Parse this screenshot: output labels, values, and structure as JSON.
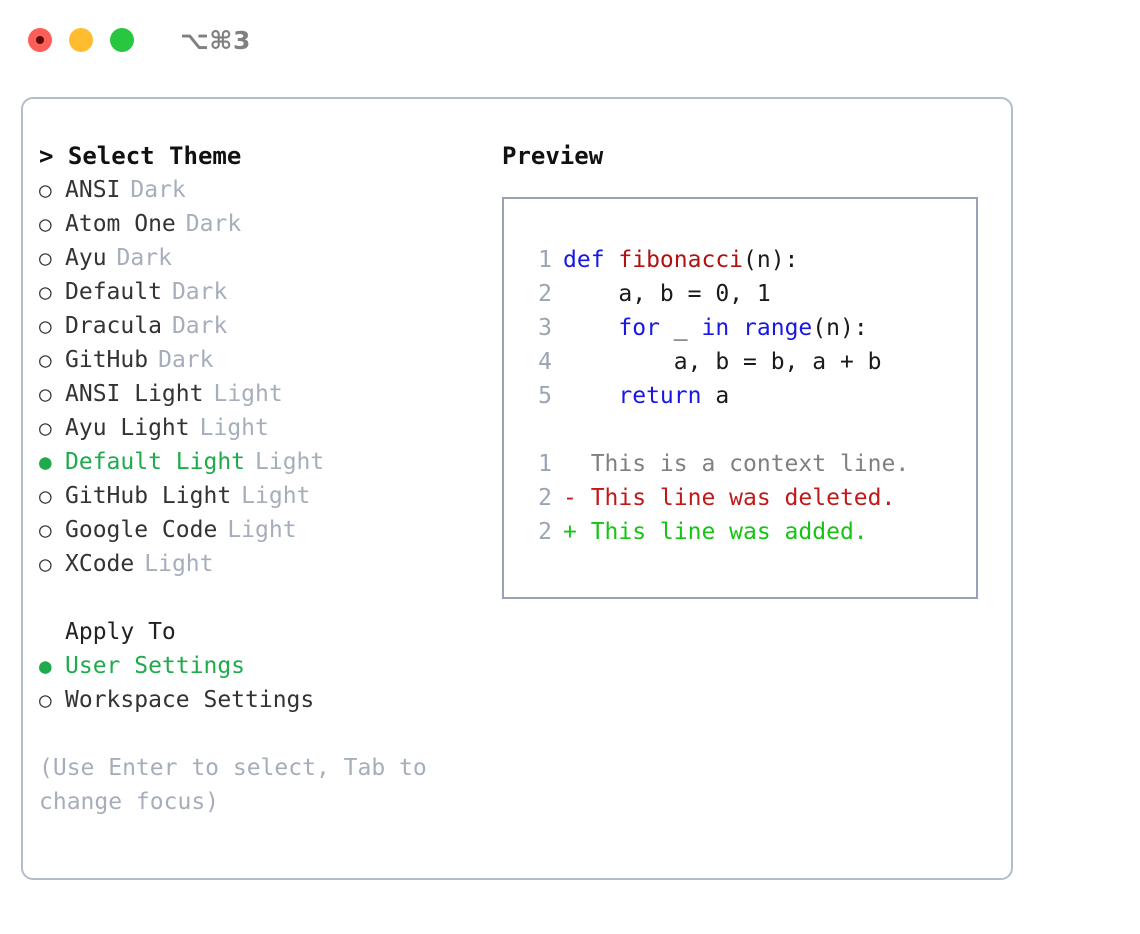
{
  "window": {
    "traffic_lights": [
      "close",
      "minimize",
      "maximize"
    ],
    "shortcut": "⌥⌘3",
    "colors": {
      "close": "#fc5f57",
      "minimize": "#febc2e",
      "maximize": "#29c73f",
      "accent_green": "#1fab4c",
      "panel_border": "#b4bdca",
      "preview_border": "#97a3b4",
      "muted": "#a6aebc"
    }
  },
  "theme_panel": {
    "heading": "> Select Theme",
    "markers": {
      "unselected": "○",
      "selected": "●"
    },
    "items": [
      {
        "label": "ANSI",
        "tag": "Dark",
        "selected": false
      },
      {
        "label": "Atom One",
        "tag": "Dark",
        "selected": false
      },
      {
        "label": "Ayu",
        "tag": "Dark",
        "selected": false
      },
      {
        "label": "Default",
        "tag": "Dark",
        "selected": false
      },
      {
        "label": "Dracula",
        "tag": "Dark",
        "selected": false
      },
      {
        "label": "GitHub",
        "tag": "Dark",
        "selected": false
      },
      {
        "label": "ANSI Light",
        "tag": "Light",
        "selected": false
      },
      {
        "label": "Ayu Light",
        "tag": "Light",
        "selected": false
      },
      {
        "label": "Default Light",
        "tag": "Light",
        "selected": true
      },
      {
        "label": "GitHub Light",
        "tag": "Light",
        "selected": false
      },
      {
        "label": "Google Code",
        "tag": "Light",
        "selected": false
      },
      {
        "label": "XCode",
        "tag": "Light",
        "selected": false
      }
    ]
  },
  "apply_to": {
    "heading": "Apply To",
    "options": [
      {
        "label": "User Settings",
        "selected": true
      },
      {
        "label": "Workspace Settings",
        "selected": false
      }
    ]
  },
  "hint": "(Use Enter to select, Tab to change focus)",
  "preview": {
    "heading": "Preview",
    "code_lines": [
      {
        "no": "1",
        "segments": [
          {
            "text": "def ",
            "kind": "keyword"
          },
          {
            "text": "fibonacci",
            "kind": "function"
          },
          {
            "text": "(n):",
            "kind": "plain"
          }
        ]
      },
      {
        "no": "2",
        "segments": [
          {
            "text": "    a, b = 0, 1",
            "kind": "plain"
          }
        ]
      },
      {
        "no": "3",
        "segments": [
          {
            "text": "    ",
            "kind": "plain"
          },
          {
            "text": "for",
            "kind": "keyword"
          },
          {
            "text": " _ ",
            "kind": "plain"
          },
          {
            "text": "in",
            "kind": "keyword"
          },
          {
            "text": " ",
            "kind": "plain"
          },
          {
            "text": "range",
            "kind": "builtin"
          },
          {
            "text": "(n):",
            "kind": "plain"
          }
        ]
      },
      {
        "no": "4",
        "segments": [
          {
            "text": "        a, b = b, a + b",
            "kind": "plain"
          }
        ]
      },
      {
        "no": "5",
        "segments": [
          {
            "text": "    ",
            "kind": "plain"
          },
          {
            "text": "return",
            "kind": "keyword"
          },
          {
            "text": " a",
            "kind": "plain"
          }
        ]
      }
    ],
    "diff_lines": [
      {
        "no": "1",
        "prefix": "  ",
        "text": "This is a context line.",
        "kind": "context"
      },
      {
        "no": "2",
        "prefix": "- ",
        "text": "This line was deleted.",
        "kind": "deleted"
      },
      {
        "no": "2",
        "prefix": "+ ",
        "text": "This line was added.",
        "kind": "added"
      }
    ]
  }
}
